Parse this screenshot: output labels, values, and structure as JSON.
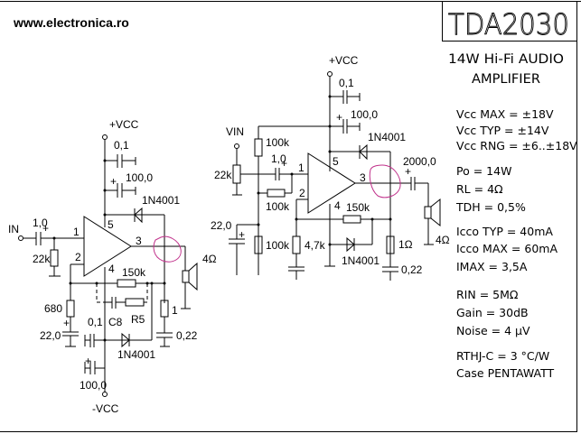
{
  "site": "www.electronica.ro",
  "title": "TDA2030",
  "subtitle_line1": "14W Hi-Fi AUDIO",
  "subtitle_line2": "AMPLIFIER",
  "specs": [
    "Vcc MAX = ±18V",
    "Vcc TYP = ±14V",
    "Vcc RNG = ±6..±18V",
    "Po = 14W",
    "RL = 4Ω",
    "TDH = 0,5%",
    "Icco TYP = 40mA",
    "Icco MAX = 60mA",
    "IMAX = 3,5A",
    "RIN = 5MΩ",
    "Gain = 30dB",
    "Noise = 4 µV",
    "RTHJ-C = 3 °C/W",
    "Case PENTAWATT"
  ],
  "left": {
    "vcc_pos": "+VCC",
    "vcc_neg": "-VCC",
    "in": "IN",
    "c_in": "1,0",
    "r_in": "22k",
    "c01": "0,1",
    "c100": "100,0",
    "diode_top": "1N4001",
    "pin1": "1",
    "pin2": "2",
    "pin3": "3",
    "pin4": "4",
    "pin5": "5",
    "r150k": "150k",
    "r680": "680",
    "c22": "22,0",
    "c01b": "0,1",
    "c8": "C8",
    "r5": "R5",
    "r1": "1",
    "c022": "0,22",
    "diode_bot": "1N4001",
    "c100b": "100,0",
    "speaker": "4Ω"
  },
  "right": {
    "vcc_pos": "+VCC",
    "vin": "VIN",
    "pot": "22k",
    "c01": "0,1",
    "c100": "100,0",
    "r100k_top": "100k",
    "c_in": "1,0",
    "diode_top": "1N4001",
    "c2000": "2000,0",
    "r100k_mid": "100k",
    "c22": "22,0",
    "r100k_bot": "100k",
    "r47k": "4,7k",
    "r150k": "150k",
    "diode_bot": "1N4001",
    "r1": "1Ω",
    "c022": "0,22",
    "pin1": "1",
    "pin2": "2",
    "pin3": "3",
    "pin4": "4",
    "pin5": "5",
    "speaker": "4Ω"
  }
}
